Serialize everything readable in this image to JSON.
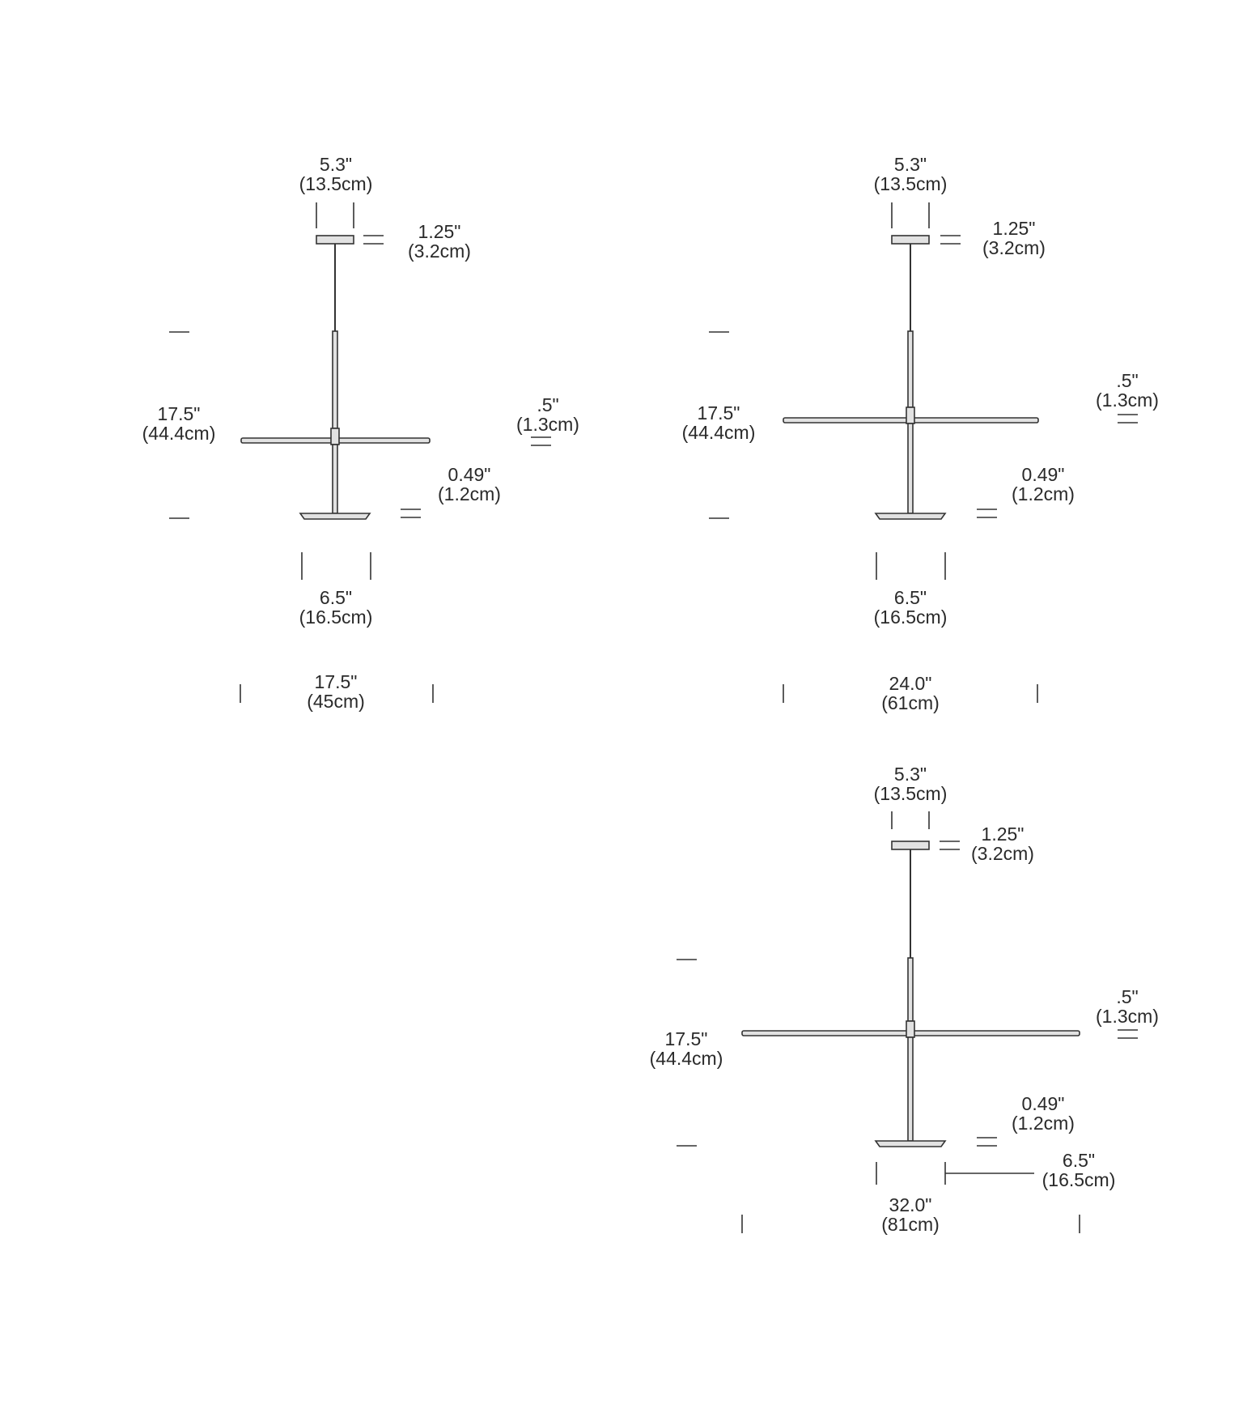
{
  "figures": [
    {
      "canopy_width": {
        "in": "5.3\"",
        "cm": "(13.5cm)"
      },
      "canopy_height": {
        "in": "1.25\"",
        "cm": "(3.2cm)"
      },
      "drop_height": {
        "in": "17.5\"",
        "cm": "(44.4cm)"
      },
      "disc_thickness": {
        "in": ".5\"",
        "cm": "(1.3cm)"
      },
      "base_height": {
        "in": "0.49\"",
        "cm": "(1.2cm)"
      },
      "base_width": {
        "in": "6.5\"",
        "cm": "(16.5cm)"
      },
      "overall_width": {
        "in": "17.5\"",
        "cm": "(45cm)"
      }
    },
    {
      "canopy_width": {
        "in": "5.3\"",
        "cm": "(13.5cm)"
      },
      "canopy_height": {
        "in": "1.25\"",
        "cm": "(3.2cm)"
      },
      "drop_height": {
        "in": "17.5\"",
        "cm": "(44.4cm)"
      },
      "disc_thickness": {
        "in": ".5\"",
        "cm": "(1.3cm)"
      },
      "base_height": {
        "in": "0.49\"",
        "cm": "(1.2cm)"
      },
      "base_width": {
        "in": "6.5\"",
        "cm": "(16.5cm)"
      },
      "overall_width": {
        "in": "24.0\"",
        "cm": "(61cm)"
      }
    },
    {
      "canopy_width": {
        "in": "5.3\"",
        "cm": "(13.5cm)"
      },
      "canopy_height": {
        "in": "1.25\"",
        "cm": "(3.2cm)"
      },
      "drop_height": {
        "in": "17.5\"",
        "cm": "(44.4cm)"
      },
      "disc_thickness": {
        "in": ".5\"",
        "cm": "(1.3cm)"
      },
      "base_height": {
        "in": "0.49\"",
        "cm": "(1.2cm)"
      },
      "base_width": {
        "in": "6.5\"",
        "cm": "(16.5cm)"
      },
      "overall_width": {
        "in": "32.0\"",
        "cm": "(81cm)"
      }
    }
  ]
}
